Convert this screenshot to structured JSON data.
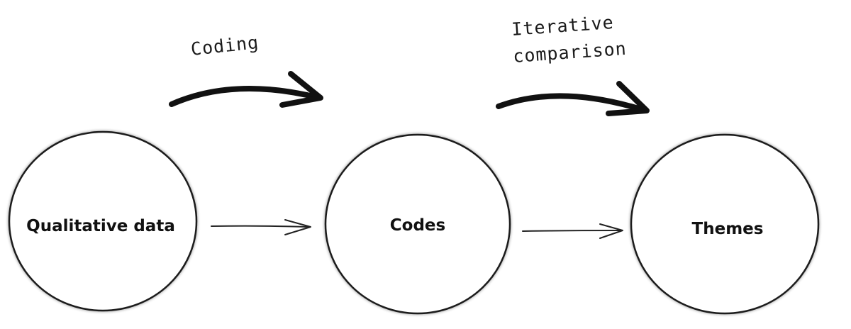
{
  "diagram": {
    "nodes": [
      {
        "id": "qualitative-data",
        "label": "Qualitative data"
      },
      {
        "id": "codes",
        "label": "Codes"
      },
      {
        "id": "themes",
        "label": "Themes"
      }
    ],
    "process_labels": {
      "coding": "Coding",
      "iterative_line1": "Iterative",
      "iterative_line2": "comparison"
    },
    "colors": {
      "stroke": "#1a1a1a",
      "fill": "#ffffff",
      "text": "#111111"
    }
  }
}
